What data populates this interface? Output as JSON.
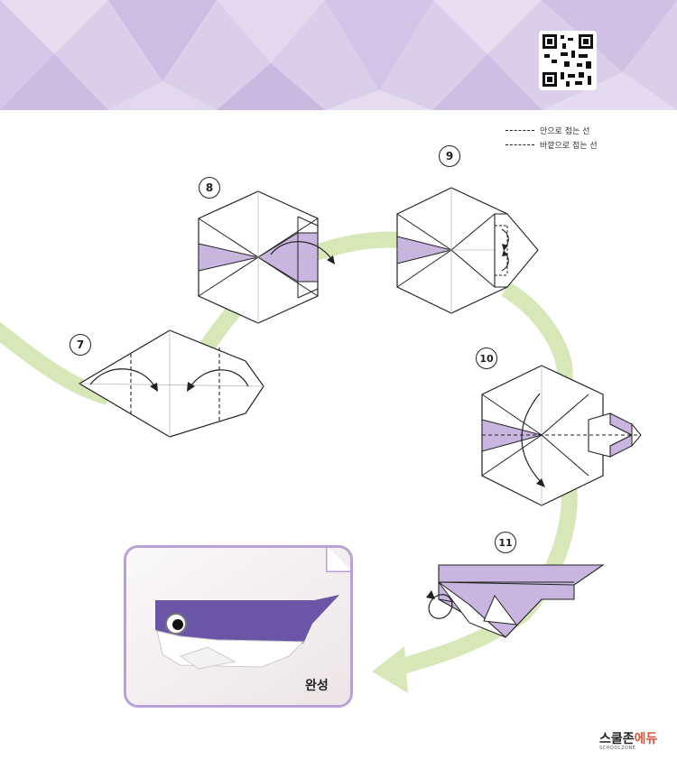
{
  "colors": {
    "header": "#d9cfea",
    "accent": "#c9b6e0",
    "path": "#d8e7b8",
    "photo_border": "#b9a0d8",
    "whale": "#6a55a6"
  },
  "legend": {
    "inward": "안으로 접는 선",
    "outward": "바깥으로 접는 선"
  },
  "steps": {
    "s7": "7",
    "s8": "8",
    "s9": "9",
    "s10": "10",
    "s11": "11"
  },
  "photo": {
    "label": "완성"
  },
  "logo": {
    "part1": "스쿨존",
    "part2": "에듀",
    "sub": "SCHOOLZONE"
  }
}
